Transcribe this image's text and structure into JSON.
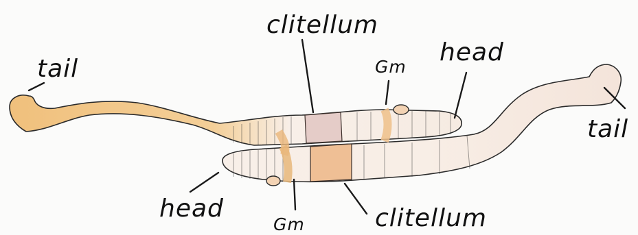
{
  "labels": {
    "tail_left": "tail",
    "tail_right": "tail",
    "head_top": "head",
    "head_bottom": "head",
    "clitellum_top": "clitellum",
    "clitellum_bottom": "clitellum",
    "gm_top": "Gm",
    "gm_bottom": "Gm"
  },
  "colors": {
    "worm_orange": "#f1c486",
    "worm_orange_light": "#f6dcae",
    "worm_pale": "#f7ece4",
    "clitellum_top": "#e7cdc7",
    "clitellum_bottom": "#f0c29c"
  }
}
